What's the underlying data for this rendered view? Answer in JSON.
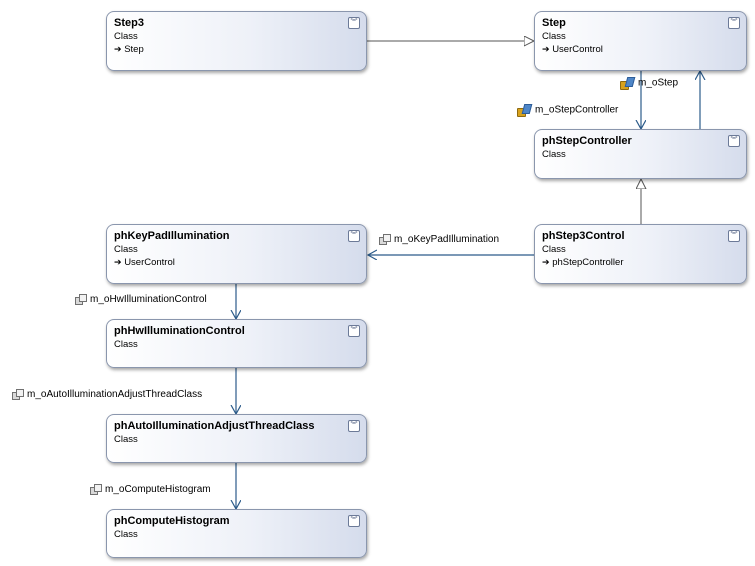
{
  "classes": {
    "step3": {
      "name": "Step3",
      "kind": "Class",
      "base": "Step"
    },
    "step": {
      "name": "Step",
      "kind": "Class",
      "base": "UserControl"
    },
    "stepController": {
      "name": "phStepController",
      "kind": "Class"
    },
    "step3Control": {
      "name": "phStep3Control",
      "kind": "Class",
      "base": "phStepController"
    },
    "keyPad": {
      "name": "phKeyPadIllumination",
      "kind": "Class",
      "base": "UserControl"
    },
    "hwIllum": {
      "name": "phHwIlluminationControl",
      "kind": "Class"
    },
    "autoIllum": {
      "name": "phAutoIlluminationAdjustThreadClass",
      "kind": "Class"
    },
    "histogram": {
      "name": "phComputeHistogram",
      "kind": "Class"
    }
  },
  "associations": {
    "mStep": {
      "label": "m_oStep",
      "icon": "property-icon"
    },
    "mStepController": {
      "label": "m_oStepController",
      "icon": "property-icon"
    },
    "mKeyPad": {
      "label": "m_oKeyPadIllumination",
      "icon": "field-icon"
    },
    "mHwIllum": {
      "label": "m_oHwIlluminationControl",
      "icon": "field-icon"
    },
    "mAutoIllum": {
      "label": "m_oAutoIlluminationAdjustThreadClass",
      "icon": "field-icon"
    },
    "mHistogram": {
      "label": "m_oComputeHistogram",
      "icon": "field-icon"
    }
  },
  "ui": {
    "collapse_glyph": "︾",
    "inherits_glyph": "➔"
  },
  "colors": {
    "association": "#2c5b8a",
    "inheritance": "#555555",
    "box_border": "#8a96ad"
  }
}
